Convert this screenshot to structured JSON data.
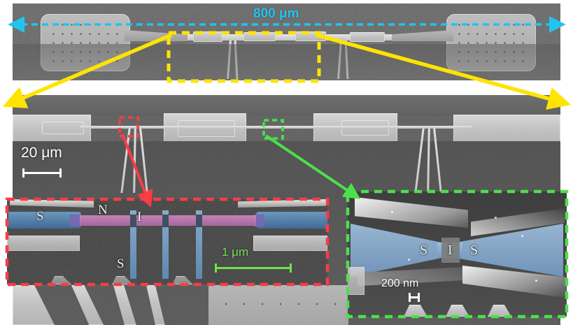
{
  "figure": {
    "type": "sem-micrograph-figure",
    "caption_labels": {
      "top_scale": "800 μm",
      "mid_scale": "20 μm",
      "red_inset_scale": "1 μm",
      "green_inset_scale": "200 nm"
    }
  },
  "colors": {
    "cyan": "#22c3f0",
    "yellow": "#ffe400",
    "red": "#fa3c46",
    "green": "#4ce04c",
    "scale_green": "#6ee34a",
    "white": "#ffffff",
    "false_blue": "#5c86b4",
    "false_pink": "#c77bb8",
    "sem_grey": "#6e6e6e"
  },
  "top_panel": {
    "name": "full-device-overview",
    "measure_label": "800 μm",
    "roi_label": "yellow-roi"
  },
  "mid_panel": {
    "name": "device-zoom",
    "scale_bar_label": "20 μm"
  },
  "red_inset": {
    "name": "sns-junction-inset",
    "scale_bar_label": "1 μm",
    "annotations": [
      {
        "text": "S",
        "meaning": "superconductor-electrode-left"
      },
      {
        "text": "N",
        "meaning": "normal-metal-nanowire"
      },
      {
        "text": "I",
        "meaning": "insulator-barrier"
      },
      {
        "text": "S",
        "meaning": "superconductor-probe-bottom"
      }
    ]
  },
  "green_inset": {
    "name": "sis-tunnel-junction-inset",
    "scale_bar_label": "200 nm",
    "annotations": [
      {
        "text": "S",
        "meaning": "superconductor-left"
      },
      {
        "text": "I",
        "meaning": "insulator"
      },
      {
        "text": "S",
        "meaning": "superconductor-right"
      }
    ]
  }
}
